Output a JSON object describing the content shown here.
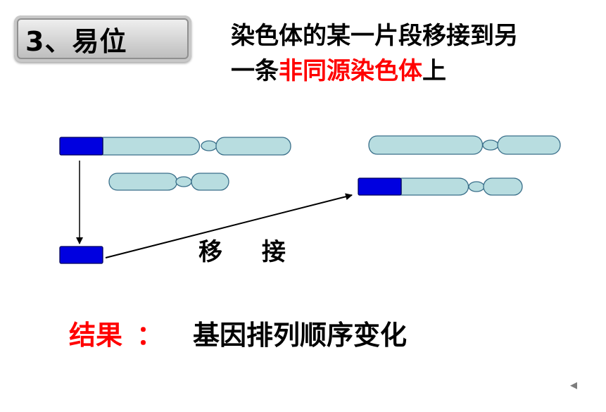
{
  "title": "3、易位",
  "description": {
    "line1": "染色体的某一片段移接到另",
    "line2_prefix": "一条",
    "line2_highlight": "非同源染色体",
    "line2_suffix": "上"
  },
  "move_label": "移 接",
  "result": {
    "label": "结果",
    "colon": "：",
    "text": "基因排列顺序变化"
  },
  "nav_icon": "prev-triangle-icon",
  "colors": {
    "chromosome_fill": "#b8dde0",
    "chromosome_stroke": "#3a6f8a",
    "segment_fill": "#0000e0",
    "highlight": "#ff0000"
  }
}
